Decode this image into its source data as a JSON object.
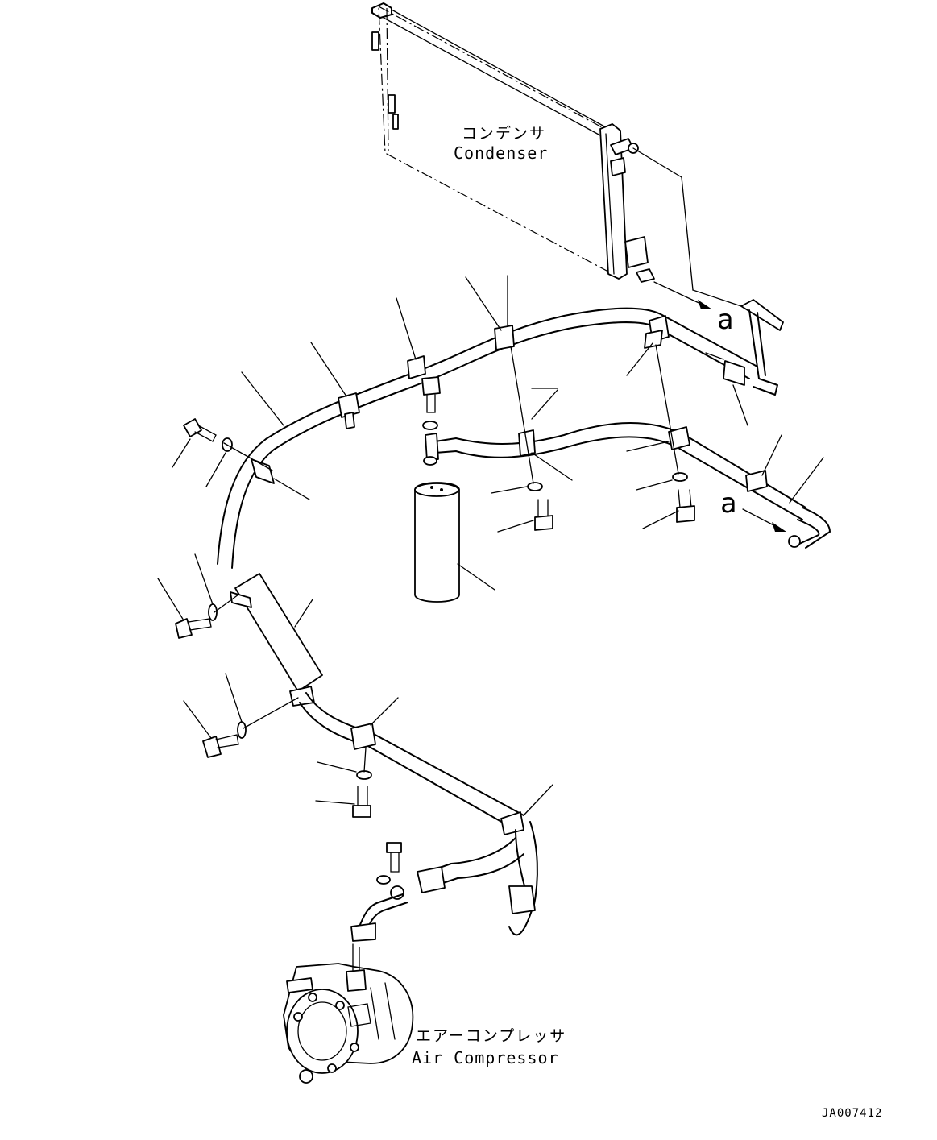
{
  "labels": {
    "condenser_jp": "コンデンサ",
    "condenser_en": "Condenser",
    "compressor_jp": "エアーコンプレッサ",
    "compressor_en": "Air Compressor",
    "ref_a_top": "a",
    "ref_a_bottom": "a",
    "drawing_id": "JA007412"
  }
}
